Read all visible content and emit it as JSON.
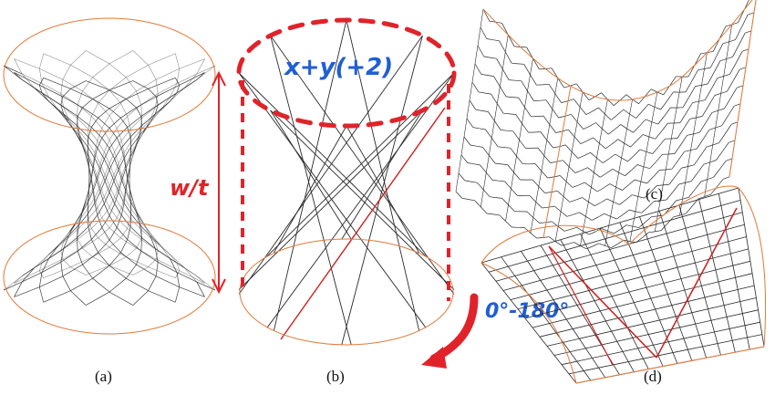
{
  "panels": {
    "a": {
      "caption": "(a)"
    },
    "b": {
      "caption": "(b)",
      "formula": "x+y(+2)",
      "height_label": "w/t",
      "rotation_label": "0°-180°"
    },
    "c": {
      "caption": "(c)"
    },
    "d": {
      "caption": "(d)"
    }
  },
  "colors": {
    "structure": "#2a2a2a",
    "rim": "#e07a3a",
    "accent_red": "#cc1f1f",
    "annotation_red": "#e0232a",
    "annotation_blue": "#1f5fd6"
  }
}
